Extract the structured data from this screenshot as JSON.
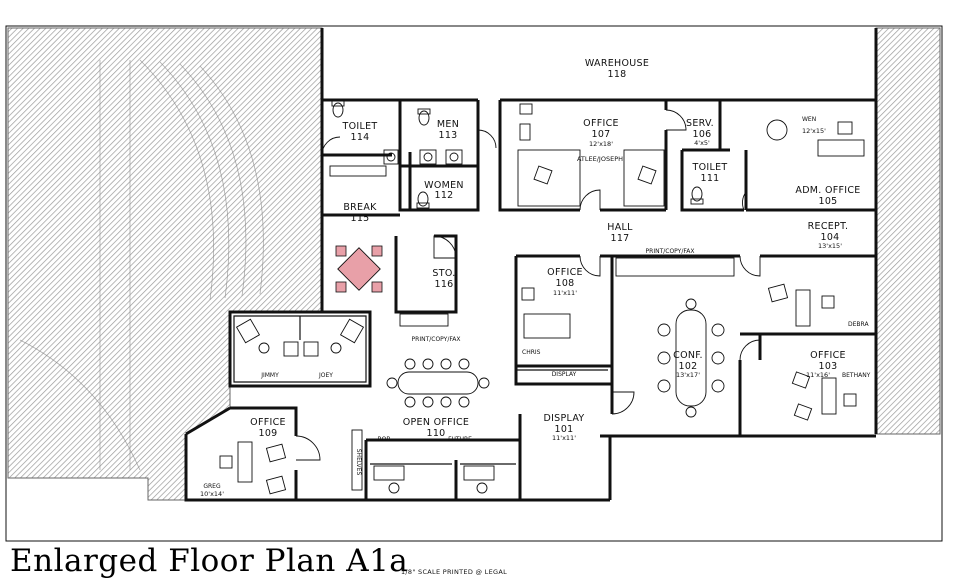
{
  "rooms": {
    "warehouse": {
      "name": "WAREHOUSE",
      "number": "118"
    },
    "toilet114": {
      "name": "TOILET",
      "number": "114"
    },
    "men": {
      "name": "MEN",
      "number": "113"
    },
    "women": {
      "name": "WOMEN",
      "number": "112"
    },
    "break": {
      "name": "BREAK",
      "number": "115"
    },
    "sto": {
      "name": "STO.",
      "number": "116"
    },
    "office107": {
      "name": "OFFICE",
      "number": "107",
      "size": "12'x18'",
      "occupant": "ATLEE/JOSEPH"
    },
    "serv": {
      "name": "SERV.",
      "number": "106",
      "size": "4'x5'"
    },
    "toilet111": {
      "name": "TOILET",
      "number": "111"
    },
    "adm": {
      "name": "ADM. OFFICE",
      "number": "105",
      "size": "12'x15'",
      "occupant": "WEN"
    },
    "hall": {
      "name": "HALL",
      "number": "117"
    },
    "recept": {
      "name": "RECEPT.",
      "number": "104",
      "size": "13'x15'",
      "occupant": "DEBRA"
    },
    "office108": {
      "name": "OFFICE",
      "number": "108",
      "size": "11'x11'",
      "occupant": "CHRIS"
    },
    "conf": {
      "name": "CONF.",
      "number": "102",
      "size": "13'x17'"
    },
    "office103": {
      "name": "OFFICE",
      "number": "103",
      "size": "11'x16'",
      "occupant": "BETHANY"
    },
    "office109": {
      "name": "OFFICE",
      "number": "109",
      "size": "10'x14'",
      "occupant": "GREG"
    },
    "open110": {
      "name": "OPEN OFFICE",
      "number": "110"
    },
    "display101": {
      "name": "DISPLAY",
      "number": "101",
      "size": "11'x11'"
    }
  },
  "labels": {
    "print_upper": "PRINT/COPY/FAX",
    "print_lower": "PRINT/COPY/FAX",
    "display_counter": "DISPLAY",
    "jimmy": "JIMMY",
    "joey": "JOEY",
    "rob": "ROB",
    "future": "FUTURE",
    "shelves": "SHELVES"
  },
  "title": "Enlarged Floor Plan A1a",
  "scale_note": "1/8\" SCALE PRINTED @ LEGAL",
  "colors": {
    "line": "#111111",
    "table": "#e8a0a8",
    "hatch": "#9a9a9a"
  }
}
